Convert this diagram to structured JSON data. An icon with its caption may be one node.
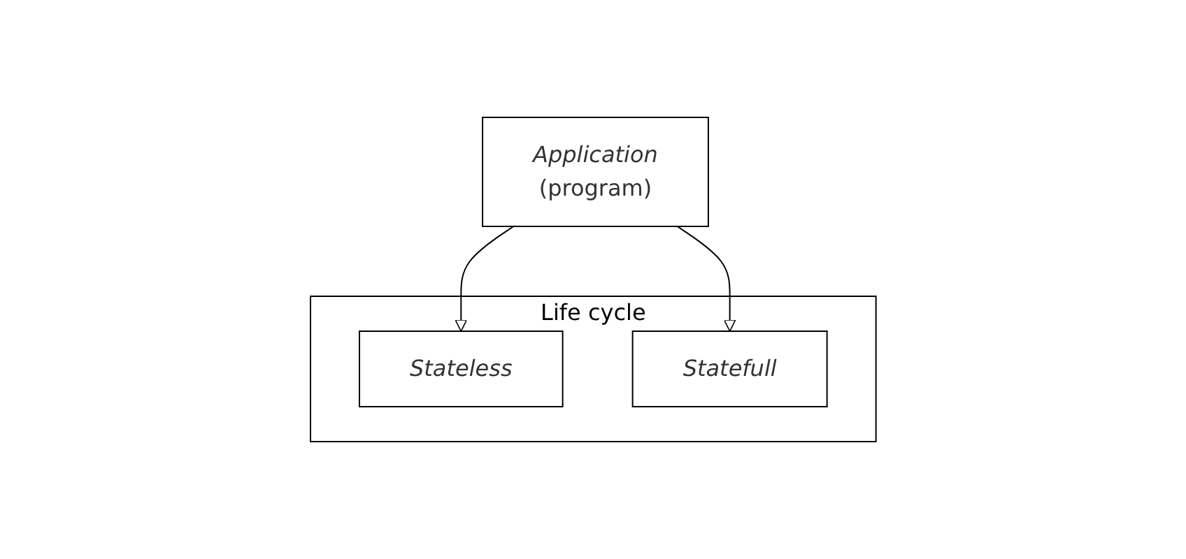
{
  "diagram": {
    "nodes": [
      {
        "text": [
          "Application",
          "(program)"
        ]
      },
      {
        "text": [
          "Life cycle"
        ]
      },
      {
        "text": [
          "Stateless"
        ],
        "in": 1
      },
      {
        "text": [
          "Statefull"
        ],
        "in": 1
      }
    ],
    "edges": [
      {
        "from": 0,
        "to": 2,
        "arrow": "to"
      },
      {
        "from": 0,
        "to": 3,
        "arrow": "to"
      }
    ]
  }
}
